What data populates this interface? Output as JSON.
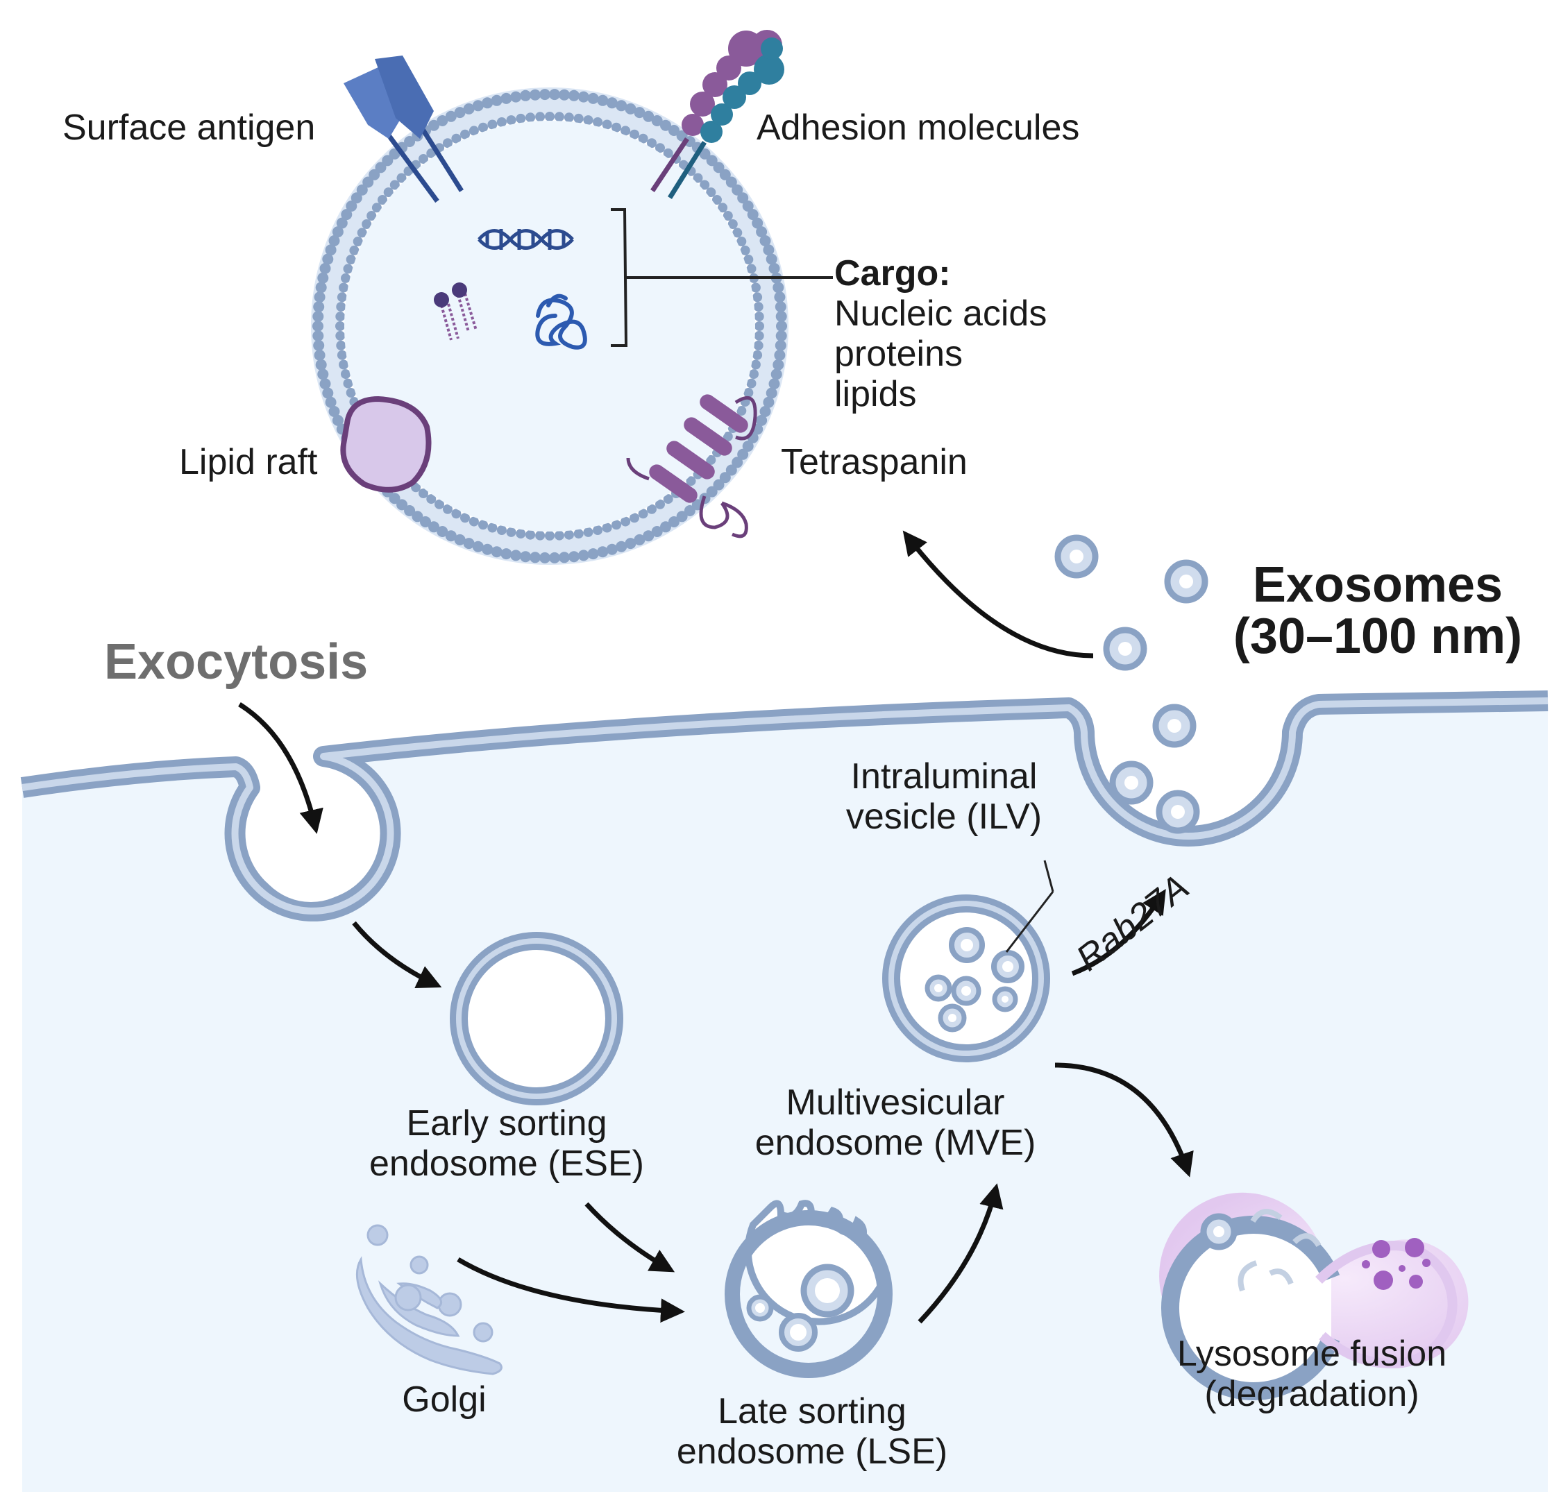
{
  "vesicle": {
    "surface_antigen": "Surface antigen",
    "adhesion_molecules": "Adhesion molecules",
    "cargo_title": "Cargo:",
    "cargo_items": [
      "Nucleic acids",
      "proteins",
      "lipids"
    ],
    "lipid_raft": "Lipid raft",
    "tetraspanin": "Tetraspanin"
  },
  "exosomes": {
    "line1": "Exosomes",
    "line2": "(30–100 nm)"
  },
  "exocytosis": "Exocytosis",
  "ilv": {
    "line1": "Intraluminal",
    "line2": "vesicle (ILV)"
  },
  "rab27a": "Rab27A",
  "ese": {
    "line1": "Early sorting",
    "line2": "endosome (ESE)"
  },
  "mve": {
    "line1": "Multivesicular",
    "line2": "endosome (MVE)"
  },
  "golgi": "Golgi",
  "lse": {
    "line1": "Late sorting",
    "line2": "endosome (LSE)"
  },
  "lysosome": {
    "line1": "Lysosome fusion",
    "line2": "(degradation)"
  },
  "colors": {
    "cytoplasm": "#eef6fd",
    "membrane": "#8aa2c4",
    "membrane_dark": "#6f87ab",
    "protein_blue": "#5b7ec4",
    "protein_purple": "#8a5a9a",
    "protein_teal": "#2f7f9f",
    "raft_fill": "#d8c8ea",
    "lysosome_purple": "#a060c0"
  }
}
